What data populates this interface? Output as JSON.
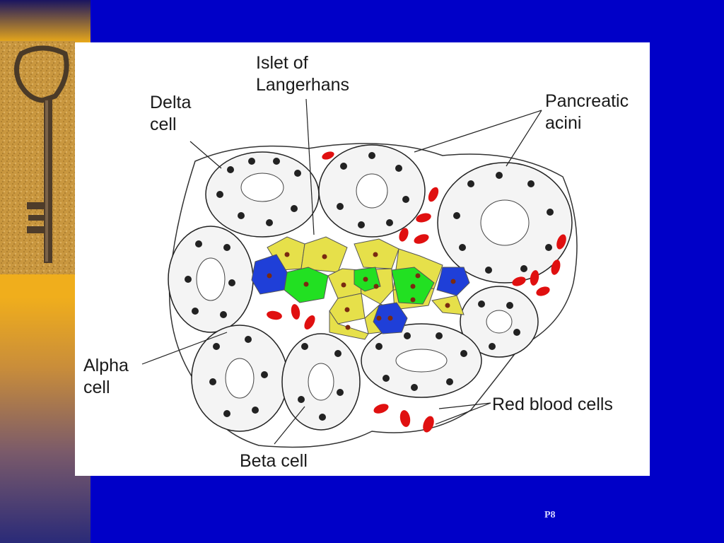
{
  "labels": {
    "islet": [
      "Islet of",
      "Langerhans"
    ],
    "delta": [
      "Delta",
      "cell"
    ],
    "pancreatic": [
      "Pancreatic",
      "acini"
    ],
    "alpha": [
      "Alpha",
      "cell"
    ],
    "beta": "Beta cell",
    "rbc": "Red blood cells"
  },
  "slide_number": "P8",
  "colors": {
    "background": "#0000c8",
    "alpha_cell": "#22e022",
    "beta_cell": "#e6e04a",
    "delta_cell": "#1f3fd8",
    "red_blood_cell": "#e01010"
  },
  "icons": {
    "photo": "key-icon"
  }
}
